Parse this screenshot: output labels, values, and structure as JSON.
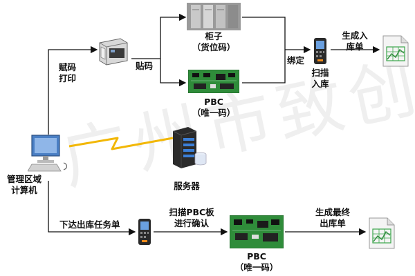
{
  "nodes": {
    "label_printer": "",
    "cabinet": {
      "line1": "柜子",
      "line2": "（货位码）"
    },
    "pcb_top": {
      "line1": "PBC",
      "line2": "（唯一码）"
    },
    "scanner_top": {
      "line1": "扫描",
      "line2": "入库"
    },
    "receipt_top": "",
    "computer": {
      "line1": "管理区域",
      "line2": "计算机"
    },
    "server": "服务器",
    "scanner_bottom": "",
    "pcb_bottom": {
      "line1": "PBC",
      "line2": "（唯一码）"
    },
    "receipt_bottom": ""
  },
  "edges": {
    "print_label": {
      "line1": "赋码",
      "line2": "打印"
    },
    "attach_label": "贴码",
    "bind": "绑定",
    "create_receipt": {
      "line1": "生成入",
      "line2": "库单"
    },
    "issue_task": "下达出库任务单",
    "scan_confirm": {
      "line1": "扫描PBC板",
      "line2": "进行确认"
    },
    "create_final": {
      "line1": "生成最终",
      "line2": "出库单"
    }
  },
  "watermark": "广州市致创阳",
  "colors": {
    "line": "#111111",
    "pcb_green": "#2f8c3a",
    "computer_blue": "#4a7fc4",
    "server_dark": "#2b2b2b",
    "server_blue": "#3b7fd8",
    "chart_green": "#3aa64a",
    "wifi_yellow": "#f2b705"
  }
}
